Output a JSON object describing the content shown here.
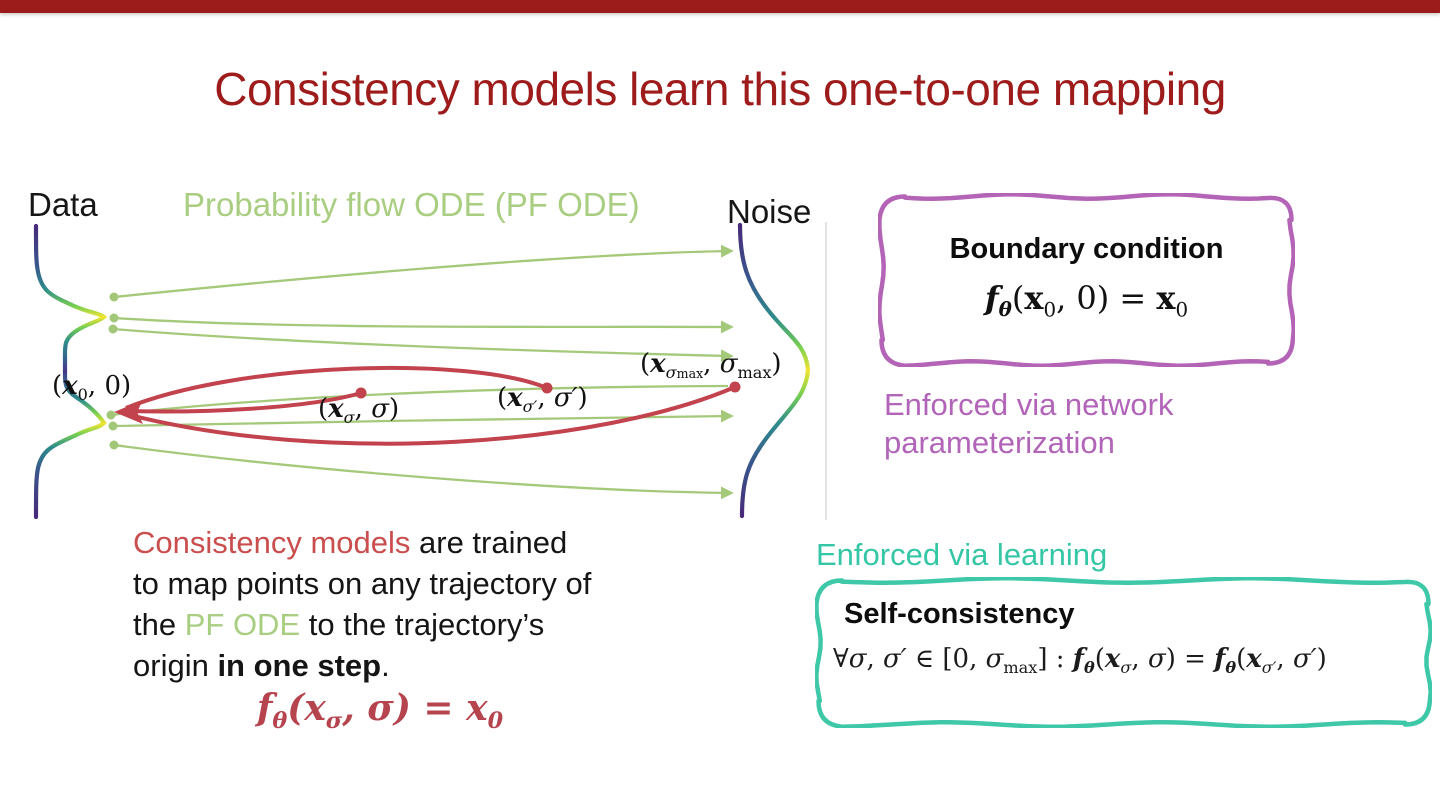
{
  "slide": {
    "title": "Consistency models learn this one-to-one mapping"
  },
  "diagram": {
    "data_label": "Data",
    "flow_label": "Probability flow ODE (PF ODE)",
    "noise_label": "Noise",
    "points": {
      "x0_html": "(<b><i>x</i></b><sub>0</sub>, 0)",
      "xsigma_html": "(<b><i>x</i></b><sub><i>σ</i></sub>, <i>σ</i>)",
      "xsigmaprime_html": "(<b><i>x</i></b><sub><i>σ′</i></sub>, <i>σ′</i>)",
      "xsigmamax_html": "(<b><i>x</i></b><sub><i>σ</i><span class=\"ss\">max</span></sub>, <i>σ</i><sub>max</sub>)"
    }
  },
  "explanation": {
    "text_html": "<span class=\"red-t\">Consistency models</span> are trained<br>to map points on any trajectory of<br>the <span class=\"green-t\">PF ODE</span> to the trajectory’s<br>origin <b>in one step</b>.",
    "formula_html": "f<sub><i>θ</i></sub>(x<sub><i>σ</i></sub>, σ) = x<sub>0</sub>"
  },
  "boundary_box": {
    "heading": "Boundary condition",
    "formula_html": "<b><i>f</i></b><sub><b><i>θ</i></b></sub>(<b>x</b><sub>0</sub>, 0) = <b>x</b><sub>0</sub>",
    "note_html": "Enforced via network<br>parameterization"
  },
  "learning_box": {
    "note": "Enforced via learning",
    "heading": "Self-consistency",
    "formula_html": "∀<i>σ</i>, <i>σ′</i> ∈ [0, <i>σ</i><sub>max</sub>] : <b><i>f</i></b><sub><b><i>θ</i></b></sub>(<b><i>x</i></b><sub><i>σ</i></sub>, <i>σ</i>) = <b><i>f</i></b><sub><b><i>θ</i></b></sub>(<b><i>x</i></b><sub><i>σ′</i></sub>, <i>σ′</i>)"
  },
  "colors": {
    "accent_dark_red": "#9E1B1B",
    "top_bar": "#9C1C1C",
    "trajectory_green": "#A5C97B",
    "consistency_red": "#C2434D",
    "boundary_purple": "#B464B6",
    "learning_teal": "#3EC8A8",
    "text_black": "#161616"
  }
}
